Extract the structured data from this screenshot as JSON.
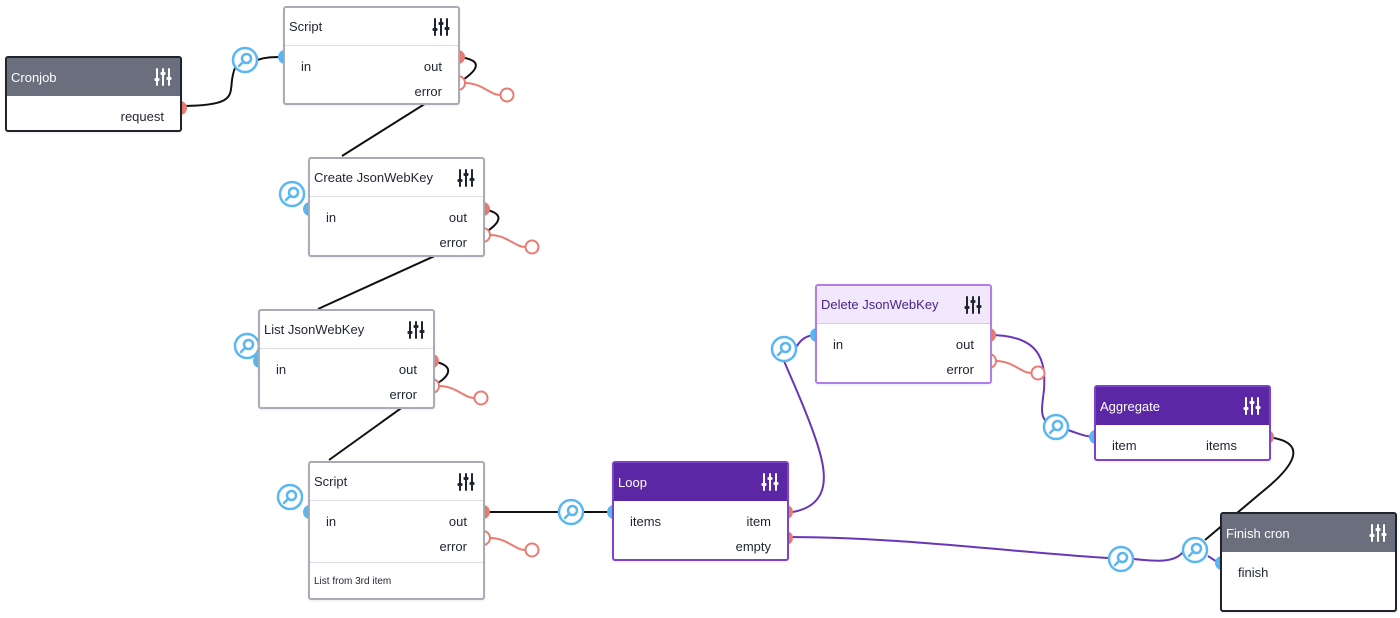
{
  "colors": {
    "port_in": "#5ab7f1",
    "port_out": "#ea7b72",
    "wire_default": "#111111",
    "wire_loop": "#6a35b8",
    "wire_error": "#ea7b72",
    "inspect": "#5ab7f1"
  },
  "icons": {
    "settings": "sliders-icon",
    "inspect": "magnifier-icon"
  },
  "nodes": {
    "cronjob": {
      "title": "Cronjob",
      "request": "request"
    },
    "script1": {
      "title": "Script",
      "in": "in",
      "out": "out",
      "error": "error"
    },
    "create": {
      "title": "Create JsonWebKey",
      "in": "in",
      "out": "out",
      "error": "error"
    },
    "list": {
      "title": "List JsonWebKey",
      "in": "in",
      "out": "out",
      "error": "error"
    },
    "script2": {
      "title": "Script",
      "in": "in",
      "out": "out",
      "error": "error",
      "note": "List from 3rd item"
    },
    "loop": {
      "title": "Loop",
      "items": "items",
      "item": "item",
      "empty": "empty"
    },
    "delete": {
      "title": "Delete JsonWebKey",
      "in": "in",
      "out": "out",
      "error": "error"
    },
    "aggregate": {
      "title": "Aggregate",
      "item": "item",
      "items": "items"
    },
    "finish": {
      "title": "Finish cron",
      "finish": "finish"
    }
  }
}
